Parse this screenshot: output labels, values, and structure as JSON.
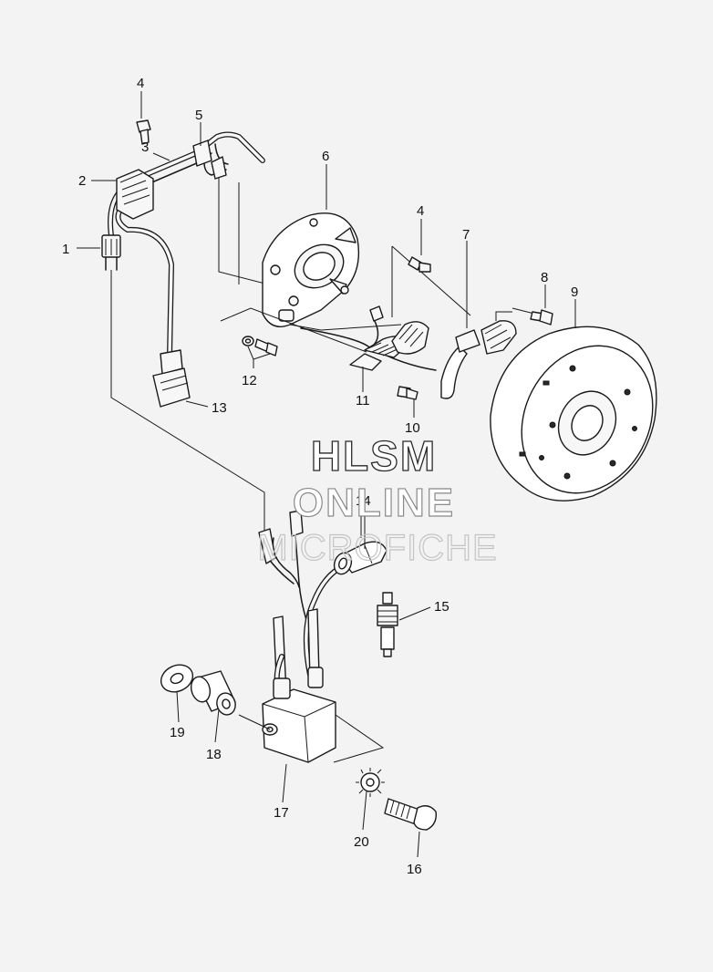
{
  "watermark": {
    "line1": "HLSM",
    "line2": "ONLINE",
    "line3": "MICROFICHE"
  },
  "callouts": [
    {
      "id": "c1",
      "label": "1"
    },
    {
      "id": "c2",
      "label": "2"
    },
    {
      "id": "c3",
      "label": "3"
    },
    {
      "id": "c4a",
      "label": "4"
    },
    {
      "id": "c4b",
      "label": "4"
    },
    {
      "id": "c5",
      "label": "5"
    },
    {
      "id": "c6",
      "label": "6"
    },
    {
      "id": "c7",
      "label": "7"
    },
    {
      "id": "c8",
      "label": "8"
    },
    {
      "id": "c9",
      "label": "9"
    },
    {
      "id": "c10",
      "label": "10"
    },
    {
      "id": "c11",
      "label": "11"
    },
    {
      "id": "c12",
      "label": "12"
    },
    {
      "id": "c13",
      "label": "13"
    },
    {
      "id": "c14",
      "label": "14"
    },
    {
      "id": "c15",
      "label": "15"
    },
    {
      "id": "c16",
      "label": "16"
    },
    {
      "id": "c17",
      "label": "17"
    },
    {
      "id": "c18",
      "label": "18"
    },
    {
      "id": "c19",
      "label": "19"
    },
    {
      "id": "c20",
      "label": "20"
    }
  ]
}
